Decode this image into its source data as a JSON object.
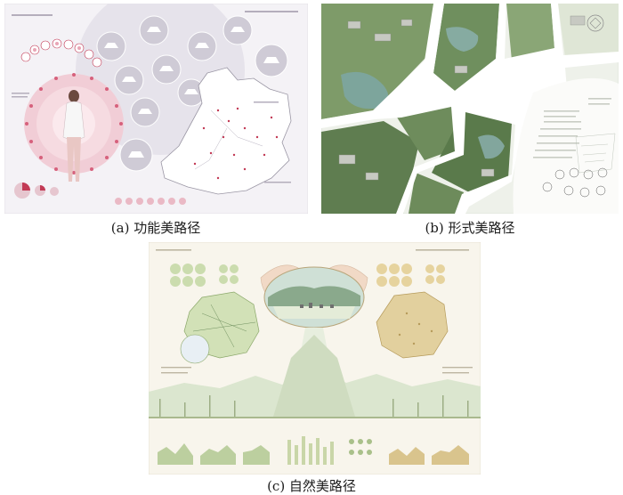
{
  "captions": {
    "a": "(a) 功能美路径",
    "b": "(b) 形式美路径",
    "c": "(c) 自然美路径"
  },
  "colors": {
    "panel_a_bg": "#f3f1f5",
    "panel_a_map": "#ffffff",
    "panel_a_accent": "#c23a55",
    "panel_b_bg": "#e9efe6",
    "panel_b_road": "#ffffff",
    "panel_b_green": "#6f8f5e",
    "panel_c_bg": "#f7f4ea",
    "panel_c_green": "#b9cf9c",
    "panel_c_tan": "#d9c48d"
  }
}
